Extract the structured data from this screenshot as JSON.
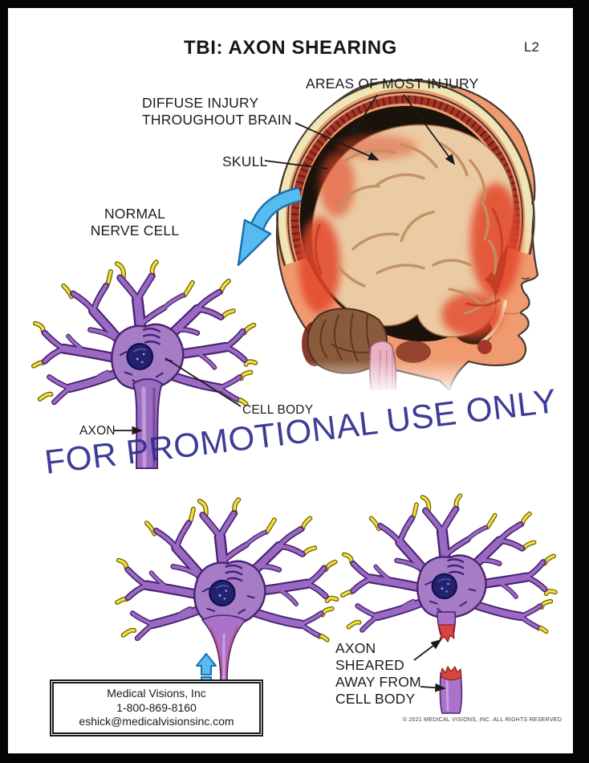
{
  "page": {
    "title": "TBI: AXON SHEARING",
    "code": "L2",
    "watermark": "FOR PROMOTIONAL USE ONLY",
    "copyright": "© 2021 MEDICAL VISIONS, INC. ALL RIGHTS RESERVED"
  },
  "labels": {
    "areas_of_most_injury": "AREAS OF MOST INJURY",
    "diffuse_injury_line1": "DIFFUSE INJURY",
    "diffuse_injury_line2": "THROUGHOUT BRAIN",
    "skull": "SKULL",
    "normal_cell_line1": "NORMAL",
    "normal_cell_line2": "NERVE CELL",
    "cell_body": "CELL BODY",
    "axon": "AXON",
    "sheared_line1": "AXON",
    "sheared_line2": "SHEARED",
    "sheared_line3": "AWAY FROM",
    "sheared_line4": "CELL BODY"
  },
  "contact": {
    "company": "Medical Visions, Inc",
    "phone": "1-800-869-8160",
    "email": "eshick@medicalvisionsinc.com"
  },
  "colors": {
    "watermark_blue": "#2e2f91",
    "neuron_purple": "#9A6AC2",
    "neuron_outline": "#4A2372",
    "synapse_yellow": "#F3E13B",
    "injury_red": "#E2472A",
    "skin_peach": "#F09B6F",
    "impact_arrow_blue": "#58BBEF"
  }
}
